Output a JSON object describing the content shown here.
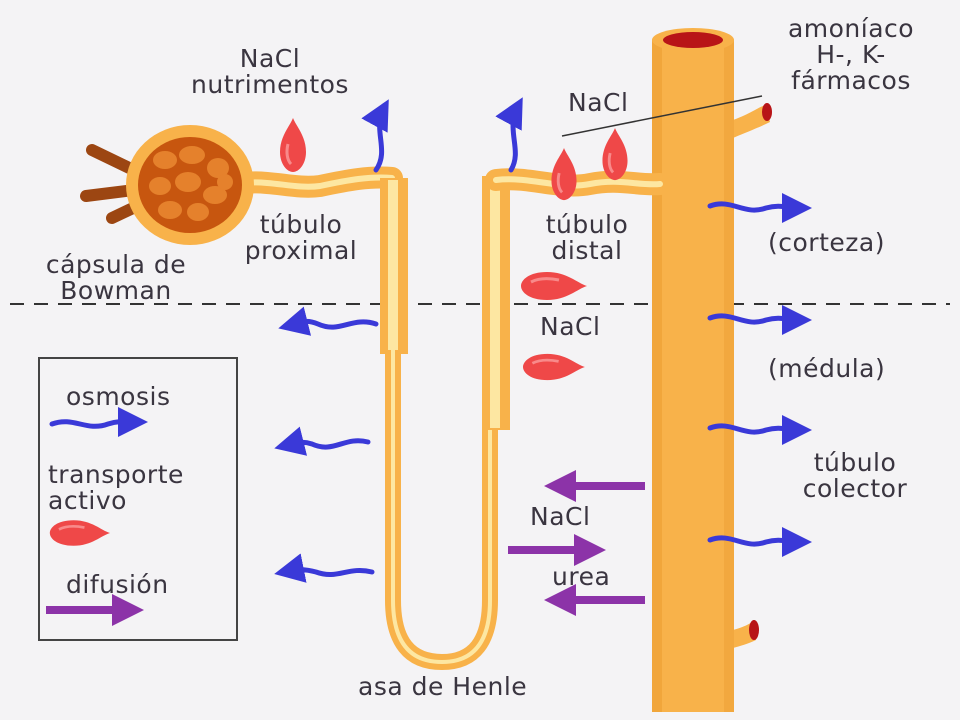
{
  "labels": {
    "nacl_nutrimentos": "NaCl\nnutrimentos",
    "amoniaco": "amoníaco\nH-, K-\nfármacos",
    "nacl_top": "NaCl",
    "tubulo_proximal": "túbulo\nproximal",
    "tubulo_distal": "túbulo\ndistal",
    "capsula_bowman": "cápsula de\nBowman",
    "corteza": "(corteza)",
    "medula": "(médula)",
    "nacl_mid": "NaCl",
    "tubulo_colector": "túbulo\ncolector",
    "nacl_low": "NaCl",
    "urea": "urea",
    "asa_henle": "asa de Henle"
  },
  "legend": {
    "osmosis": "osmosis",
    "transporte_activo": "transporte\nactivo",
    "difusion": "difusión"
  },
  "colors": {
    "tubule": "#f8b24a",
    "tubule_light": "#fde7a2",
    "tubule_edge": "#e8962a",
    "osmosis": "#3a39d8",
    "active": "#ef4848",
    "diffusion": "#8c33a8",
    "capsule_fill": "#c7560f",
    "capsule_dot": "#e5812c",
    "vessel_red": "#b81417"
  }
}
